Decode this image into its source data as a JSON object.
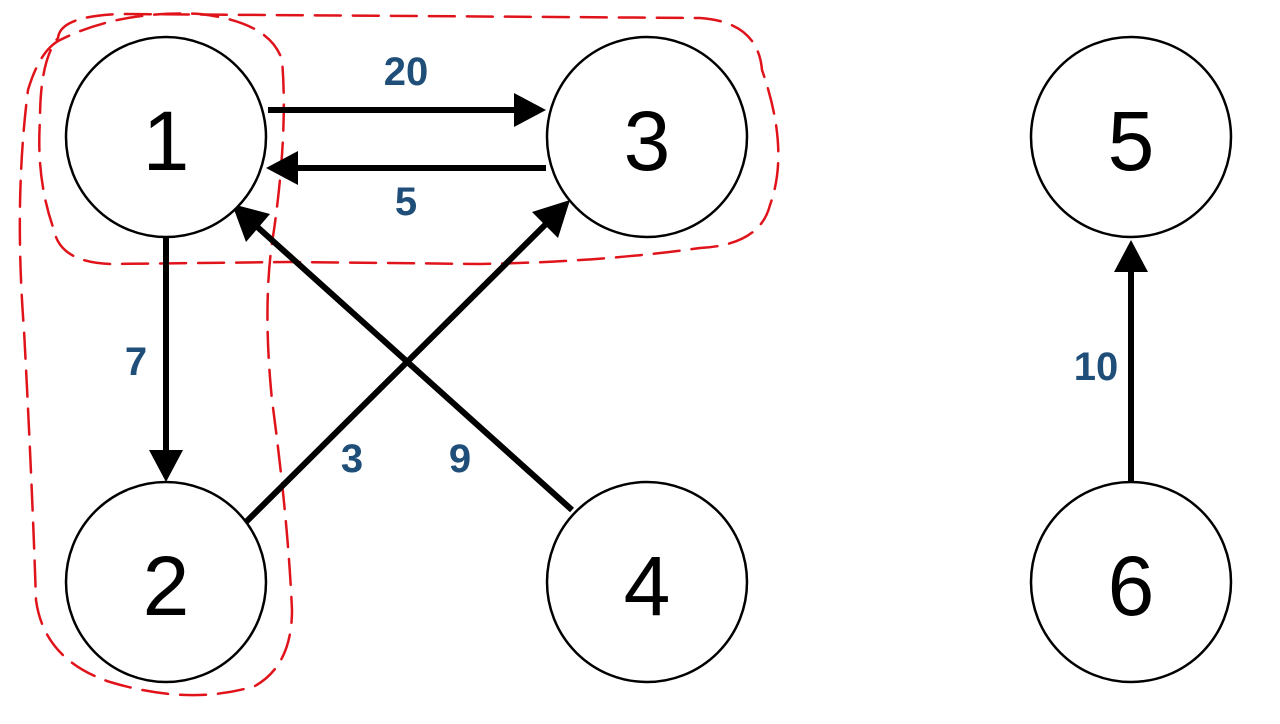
{
  "colors": {
    "node_stroke": "#000000",
    "edge": "#000000",
    "weight_label": "#1f4e79",
    "highlight_outline": "#e0131b"
  },
  "nodes": [
    {
      "id": "1",
      "label": "1"
    },
    {
      "id": "2",
      "label": "2"
    },
    {
      "id": "3",
      "label": "3"
    },
    {
      "id": "4",
      "label": "4"
    },
    {
      "id": "5",
      "label": "5"
    },
    {
      "id": "6",
      "label": "6"
    }
  ],
  "edges": [
    {
      "from": "1",
      "to": "3",
      "weight": "20"
    },
    {
      "from": "3",
      "to": "1",
      "weight": "5"
    },
    {
      "from": "1",
      "to": "2",
      "weight": "7"
    },
    {
      "from": "2",
      "to": "3",
      "weight": "3"
    },
    {
      "from": "4",
      "to": "1",
      "weight": "9"
    },
    {
      "from": "6",
      "to": "5",
      "weight": "10"
    }
  ],
  "highlighted_groups": [
    {
      "nodes": [
        "1",
        "3"
      ],
      "style": "red dashed outline"
    },
    {
      "nodes": [
        "1",
        "2"
      ],
      "style": "red dashed outline"
    }
  ]
}
